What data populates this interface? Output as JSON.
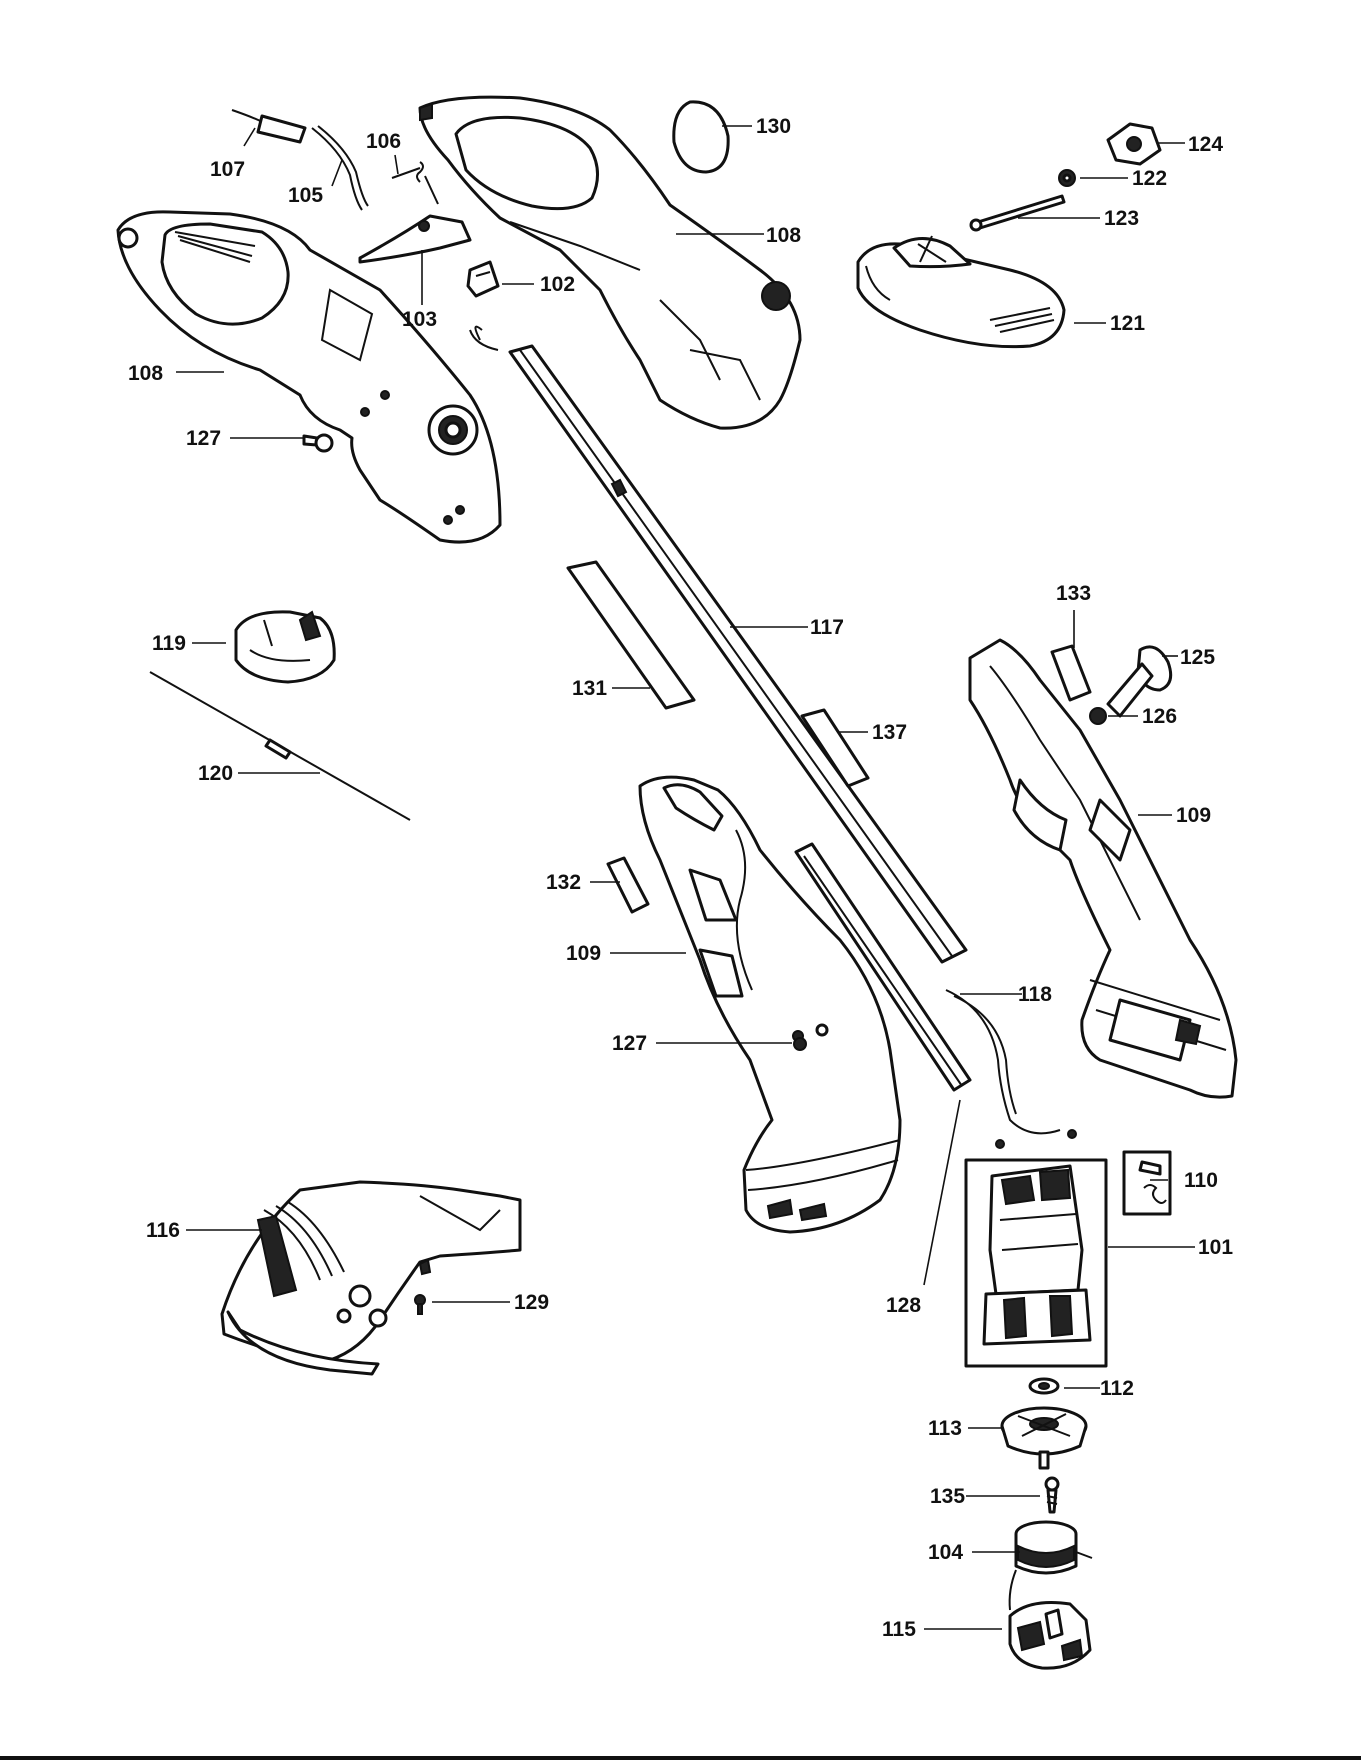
{
  "diagram": {
    "labels": {
      "p101": "101",
      "p102": "102",
      "p103": "103",
      "p104": "104",
      "p105": "105",
      "p106": "106",
      "p107": "107",
      "p108a": "108",
      "p108b": "108",
      "p109a": "109",
      "p109b": "109",
      "p110": "110",
      "p112": "112",
      "p113": "113",
      "p115": "115",
      "p116": "116",
      "p117": "117",
      "p118": "118",
      "p119": "119",
      "p120": "120",
      "p121": "121",
      "p122": "122",
      "p123": "123",
      "p124": "124",
      "p125": "125",
      "p126": "126",
      "p127a": "127",
      "p127b": "127",
      "p128": "128",
      "p129": "129",
      "p130": "130",
      "p131": "131",
      "p132": "132",
      "p133": "133",
      "p135": "135",
      "p137": "137"
    }
  }
}
